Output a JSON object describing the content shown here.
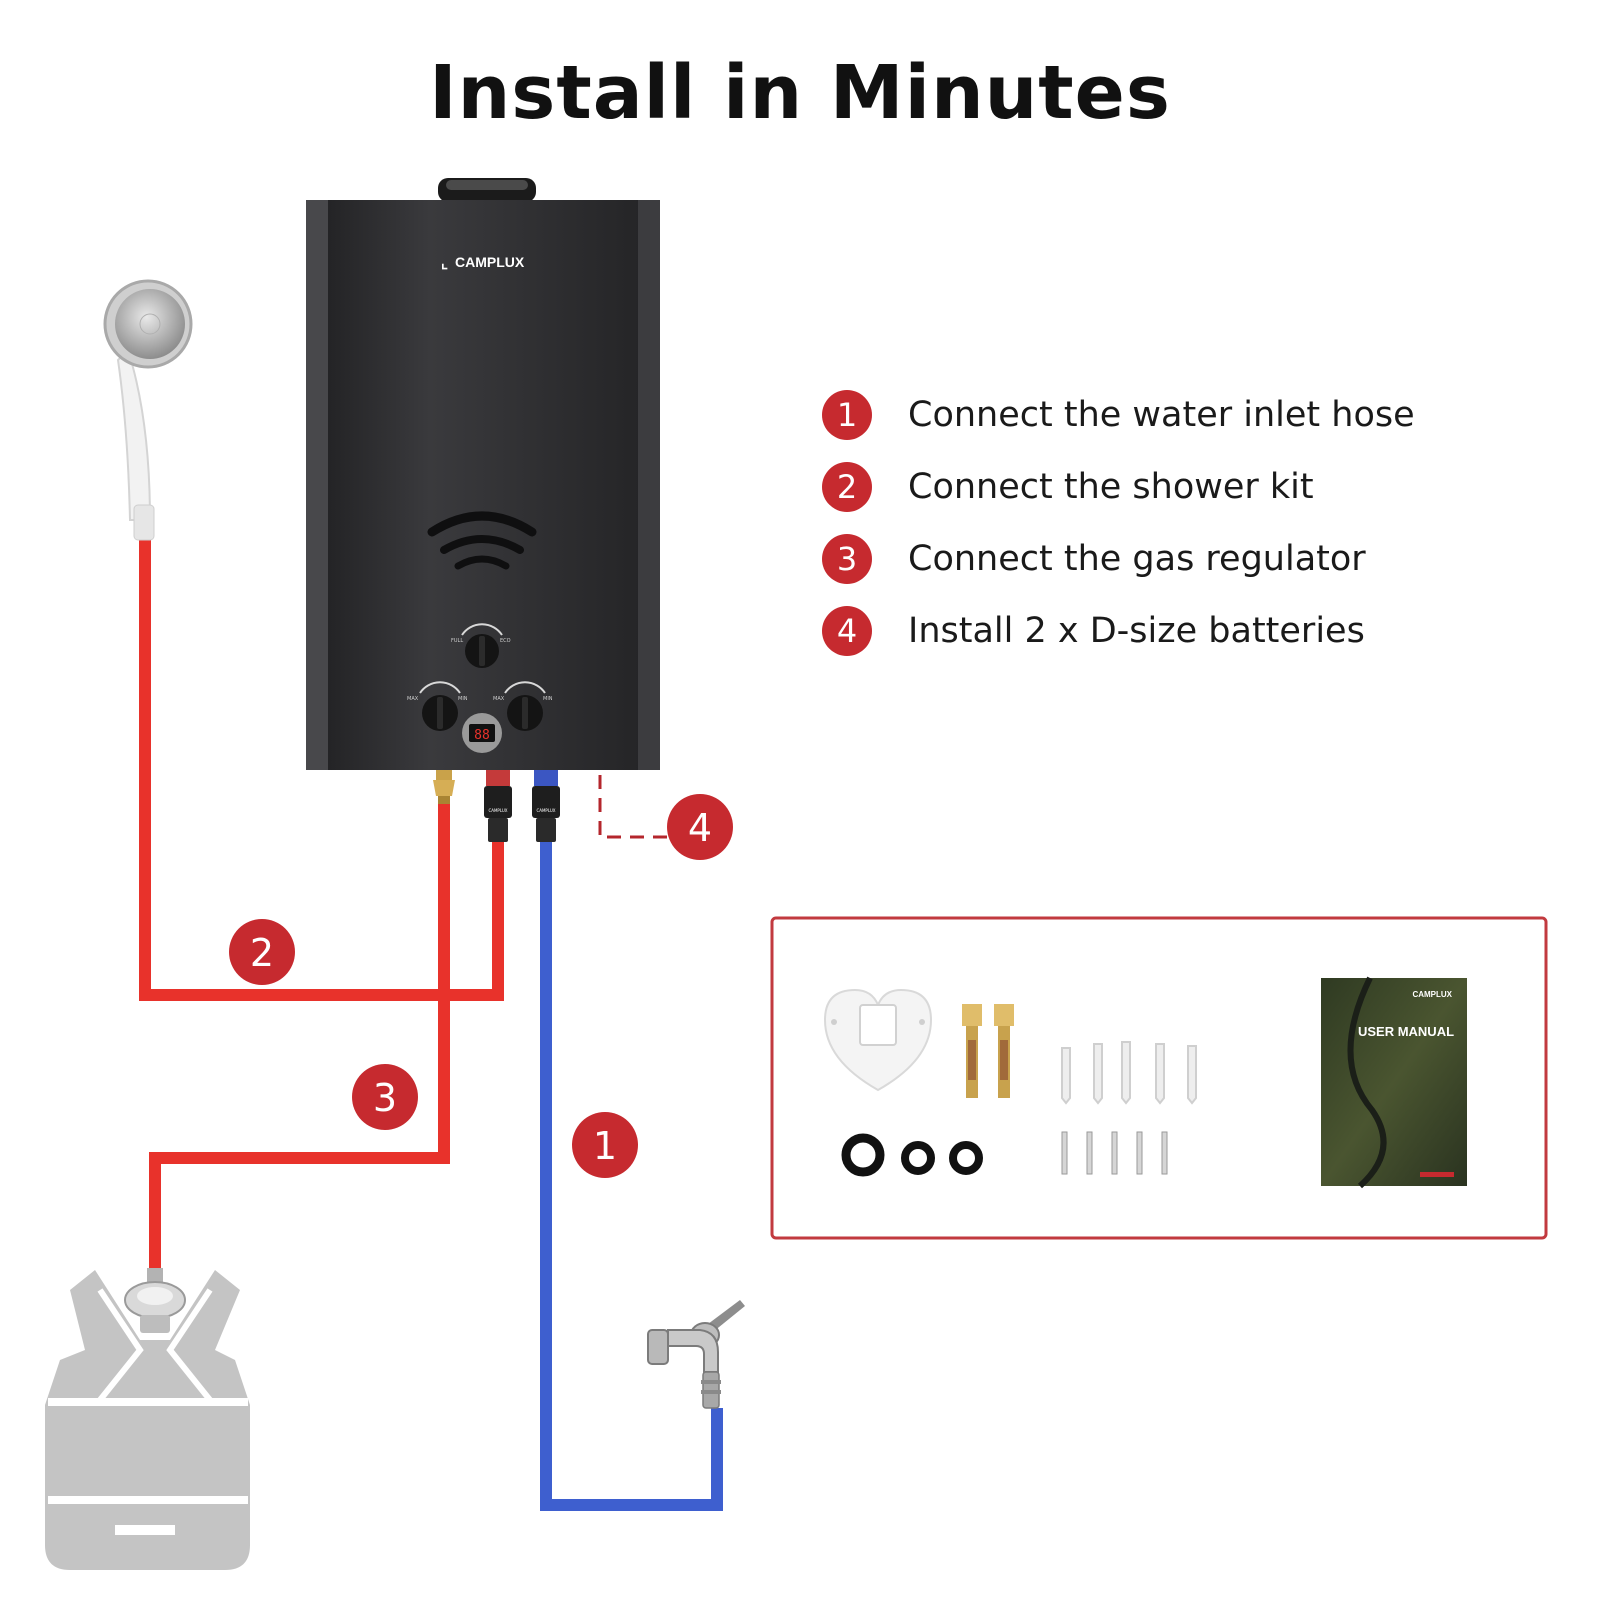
{
  "title": "Install in Minutes",
  "brand": "CAMPLUX",
  "steps": [
    {
      "num": "1",
      "text": "Connect the water inlet hose"
    },
    {
      "num": "2",
      "text": "Connect the shower kit"
    },
    {
      "num": "3",
      "text": "Connect the gas regulator"
    },
    {
      "num": "4",
      "text": "Install 2 x D-size batteries"
    }
  ],
  "diagram_badges": [
    "1",
    "2",
    "3",
    "4"
  ],
  "heater": {
    "knobs": [
      {
        "left": "FULL",
        "right": "ECO"
      },
      {
        "left": "MAX",
        "right": "MIN"
      },
      {
        "left": "MAX",
        "right": "MIN"
      }
    ],
    "display": "88",
    "fitting_label": "CAMPLUX"
  },
  "manual": {
    "brand": "CAMPLUX",
    "title": "USER MANUAL"
  },
  "colors": {
    "hot": "#e8322b",
    "cold": "#3e5fcf",
    "badge": "#c62a2f",
    "box_border": "#c23a3f",
    "heater": "#2c2c2e"
  },
  "icons": [
    "shower-head-icon",
    "gas-cylinder-icon",
    "faucet-icon",
    "wall-bracket-icon",
    "anchor-bolt-icon",
    "plug-icon",
    "screw-icon",
    "washer-icon",
    "user-manual-icon"
  ]
}
